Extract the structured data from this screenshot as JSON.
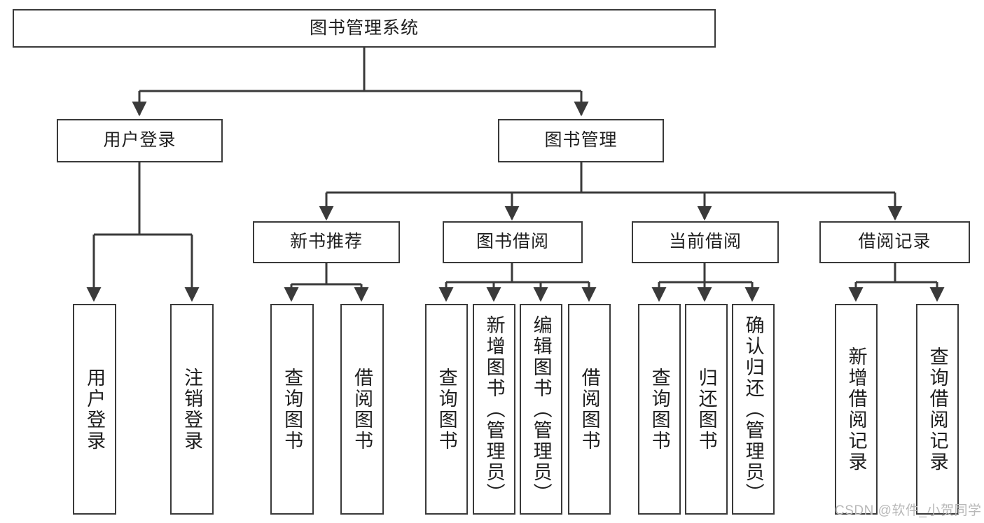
{
  "diagram": {
    "title": "图书管理系统",
    "type": "tree-hierarchy-diagram",
    "colors": {
      "box_border": "#3a3a3a",
      "box_fill": "#ffffff",
      "connector": "#3a3a3a",
      "text": "#1d1d1d",
      "watermark": "#b8b8b8",
      "background": "#ffffff"
    },
    "root": {
      "label": "图书管理系统"
    },
    "level2": [
      {
        "label": "用户登录"
      },
      {
        "label": "图书管理"
      }
    ],
    "level3": [
      {
        "label": "新书推荐"
      },
      {
        "label": "图书借阅"
      },
      {
        "label": "当前借阅"
      },
      {
        "label": "借阅记录"
      }
    ],
    "leaves": {
      "user_login": [
        {
          "label": "用户登录"
        },
        {
          "label": "注销登录"
        }
      ],
      "new_book_recommend": [
        {
          "label": "查询图书"
        },
        {
          "label": "借阅图书"
        }
      ],
      "book_borrow": [
        {
          "label": "查询图书"
        },
        {
          "label": "新增图书（管理员）"
        },
        {
          "label": "编辑图书（管理员）"
        },
        {
          "label": "借阅图书"
        }
      ],
      "current_borrow": [
        {
          "label": "查询图书"
        },
        {
          "label": "归还图书"
        },
        {
          "label": "确认归还（管理员）"
        }
      ],
      "borrow_record": [
        {
          "label": "新增借阅记录"
        },
        {
          "label": "查询借阅记录"
        }
      ]
    }
  },
  "watermark": {
    "text": "CSDN @软件_小贺同学"
  }
}
